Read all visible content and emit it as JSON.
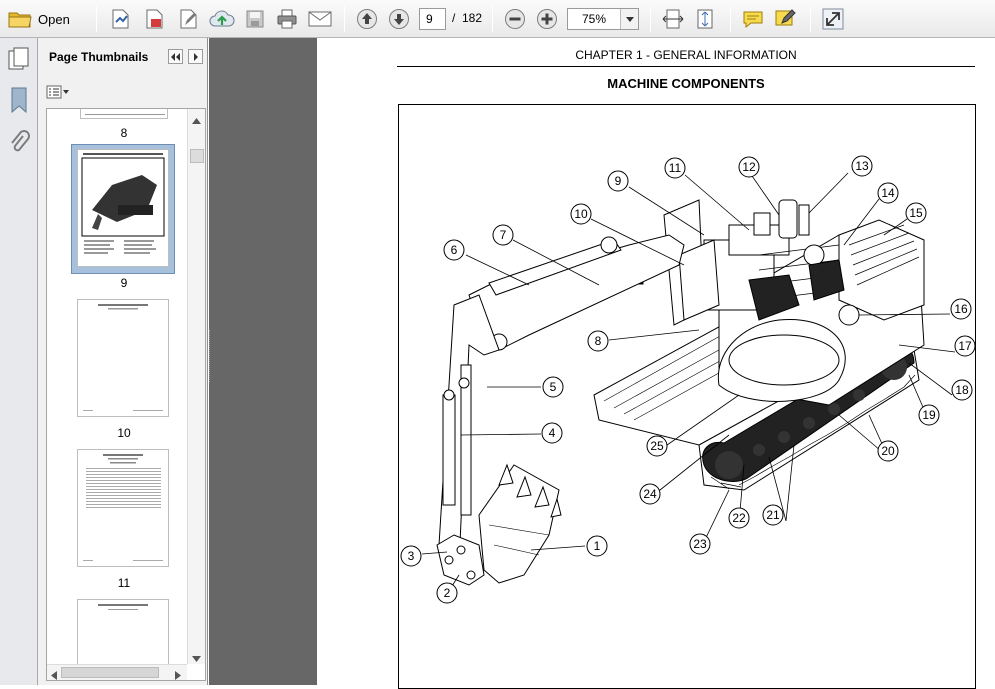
{
  "toolbar": {
    "open_label": "Open",
    "current_page": "9",
    "page_separator": "/",
    "total_pages": "182",
    "zoom": "75%"
  },
  "sidebar": {
    "title": "Page Thumbnails",
    "thumbnails": [
      {
        "label": "8"
      },
      {
        "label": "9",
        "selected": true
      },
      {
        "label": "10"
      },
      {
        "label": "11"
      }
    ]
  },
  "document": {
    "chapter_header": "CHAPTER 1 - GENERAL INFORMATION",
    "section_title": "MACHINE COMPONENTS",
    "callouts": [
      "1",
      "2",
      "3",
      "4",
      "5",
      "6",
      "7",
      "8",
      "9",
      "10",
      "11",
      "12",
      "13",
      "14",
      "15",
      "16",
      "17",
      "18",
      "19",
      "20",
      "21",
      "22",
      "23",
      "24",
      "25"
    ]
  },
  "colors": {
    "toolbar_bg": "#efefef",
    "panel_bg": "#f1f1f1",
    "viewer_gray": "#676767",
    "selected_thumb": "#a7c1dc",
    "icon_blue": "#3f6fb0",
    "icon_green": "#2e9d4b",
    "icon_yellow": "#e9b928"
  }
}
